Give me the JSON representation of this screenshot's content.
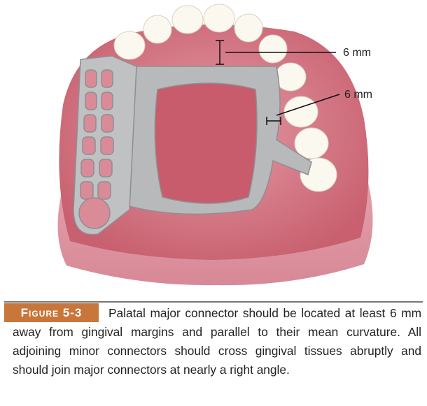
{
  "figure": {
    "labels": [
      "6 mm",
      "6 mm"
    ],
    "number_label": "Figure 5-3",
    "caption": "Palatal major connector should be located at least 6 mm away from gingival margins and parallel to their mean curvature. All adjoining minor connectors should cross gingival tissues abruptly and should join major connectors at nearly a right angle.",
    "accent_color": "#c8763a"
  }
}
